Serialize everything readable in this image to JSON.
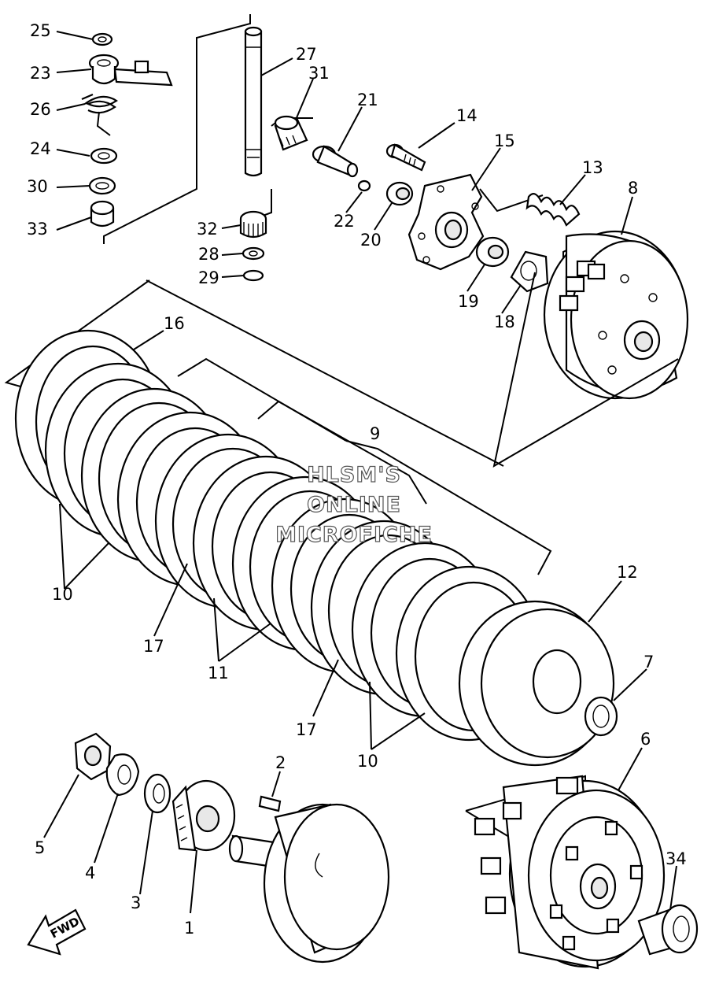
{
  "watermark": {
    "line1": "HLSM'S",
    "line2": "ONLINE",
    "line3": "MICROFICHE"
  },
  "fwd_label": "FWD",
  "callouts": [
    {
      "id": "c25",
      "text": "25"
    },
    {
      "id": "c23",
      "text": "23"
    },
    {
      "id": "c26",
      "text": "26"
    },
    {
      "id": "c24",
      "text": "24"
    },
    {
      "id": "c30",
      "text": "30"
    },
    {
      "id": "c33",
      "text": "33"
    },
    {
      "id": "c27",
      "text": "27"
    },
    {
      "id": "c31",
      "text": "31"
    },
    {
      "id": "c21",
      "text": "21"
    },
    {
      "id": "c14",
      "text": "14"
    },
    {
      "id": "c15",
      "text": "15"
    },
    {
      "id": "c13",
      "text": "13"
    },
    {
      "id": "c8",
      "text": "8"
    },
    {
      "id": "c32",
      "text": "32"
    },
    {
      "id": "c28",
      "text": "28"
    },
    {
      "id": "c29",
      "text": "29"
    },
    {
      "id": "c22",
      "text": "22"
    },
    {
      "id": "c20",
      "text": "20"
    },
    {
      "id": "c19",
      "text": "19"
    },
    {
      "id": "c18",
      "text": "18"
    },
    {
      "id": "c16",
      "text": "16"
    },
    {
      "id": "c9",
      "text": "9"
    },
    {
      "id": "c10a",
      "text": "10"
    },
    {
      "id": "c17a",
      "text": "17"
    },
    {
      "id": "c11",
      "text": "11"
    },
    {
      "id": "c17b",
      "text": "17"
    },
    {
      "id": "c12",
      "text": "12"
    },
    {
      "id": "c7",
      "text": "7"
    },
    {
      "id": "c10b",
      "text": "10"
    },
    {
      "id": "c6",
      "text": "6"
    },
    {
      "id": "c2",
      "text": "2"
    },
    {
      "id": "c5",
      "text": "5"
    },
    {
      "id": "c4",
      "text": "4"
    },
    {
      "id": "c3",
      "text": "3"
    },
    {
      "id": "c1",
      "text": "1"
    },
    {
      "id": "c34",
      "text": "34"
    }
  ]
}
